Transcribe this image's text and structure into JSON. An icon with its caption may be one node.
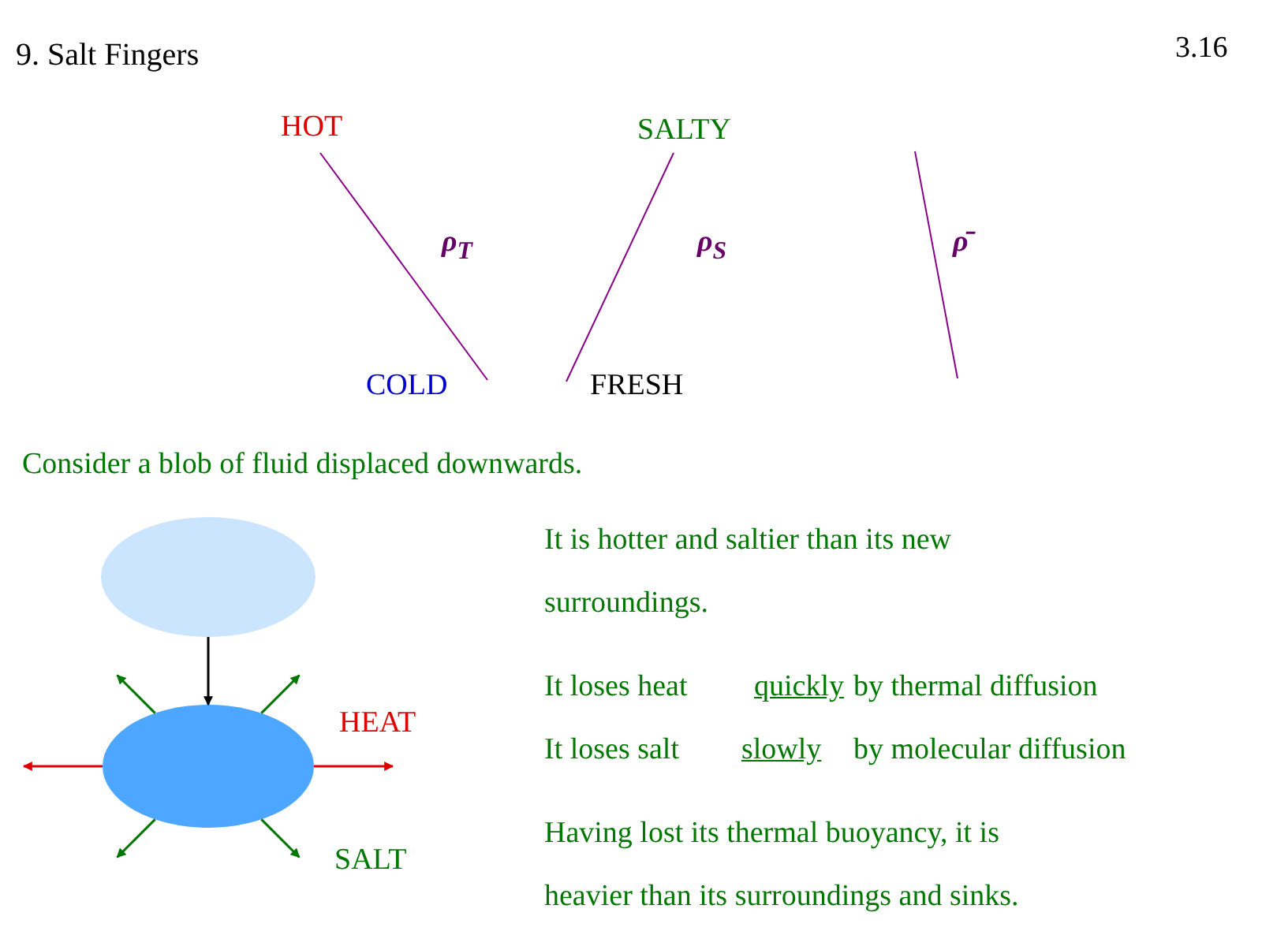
{
  "diagram": {
    "title": "9. Salt Fingers",
    "nodes": [
      {
        "text": [],
        "shape": "ellipse"
      },
      {
        "text": [],
        "shape": "ellipse"
      }
    ],
    "edges": [
      {
        "from": 0,
        "to": 1,
        "arrow": "to",
        "color": "#000000"
      },
      {
        "from": 1,
        "to": null,
        "arrow": "to",
        "color": "#dd0000"
      },
      {
        "from": 1,
        "to": null,
        "arrow": "to",
        "color": "#dd0000"
      },
      {
        "from": 1,
        "to": null,
        "arrow": "to",
        "color": "#007700"
      },
      {
        "from": 1,
        "to": null,
        "arrow": "to",
        "color": "#007700"
      },
      {
        "from": 1,
        "to": null,
        "arrow": "to",
        "color": "#007700"
      },
      {
        "from": 1,
        "to": null,
        "arrow": "to",
        "color": "#007700"
      }
    ],
    "labels": [
      "3.16",
      "HOT",
      "SALTY",
      "ρ$_{T}$",
      "ρ$_{S}$",
      "ρ̄",
      "COLD",
      "FRESH",
      "Consider a blob of fluid displaced downwards.",
      "It is hotter and saltier than its new surroundings.",
      "It loses heat",
      "quickly",
      "by thermal diffusion",
      "It loses salt",
      "slowly",
      "by molecular diffusion",
      "Having lost its thermal buoyancy, it is heavier than its surroundings and sinks.",
      "HEAT",
      "SALT"
    ]
  }
}
